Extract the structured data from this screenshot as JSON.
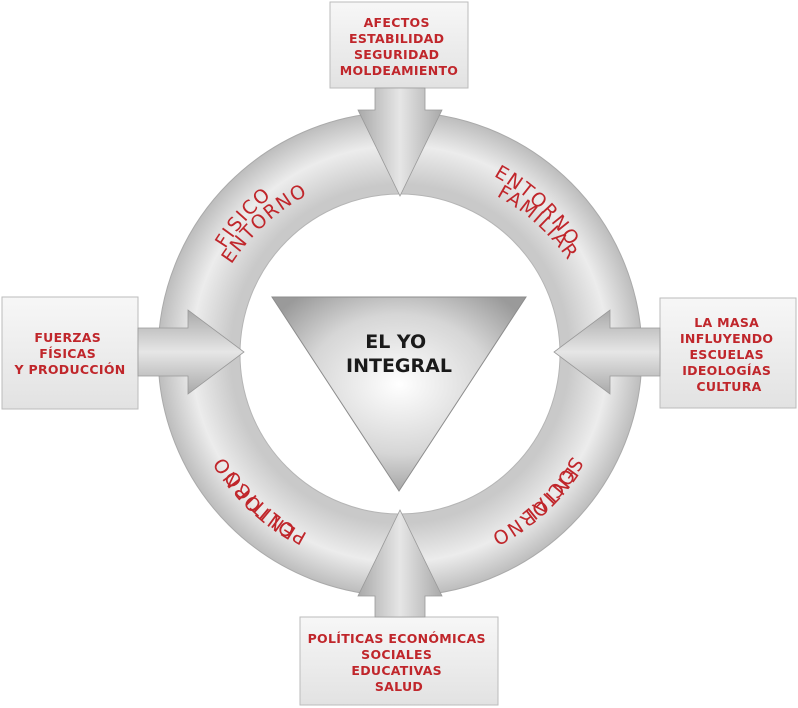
{
  "center": {
    "line1": "EL YO",
    "line2": "INTEGRAL"
  },
  "ring": {
    "familiar_1": "ENTORNO",
    "familiar_2": "FAMILIAR",
    "social_1": "ENTORNO",
    "social_2": "SOCIAL",
    "social_3": "ENTORNO",
    "politico_1": "POLITICO",
    "politico_2": "ENTORNO",
    "fisico_1": "FISICO"
  },
  "boxes": {
    "top": [
      "AFECTOS",
      "ESTABILIDAD",
      "SEGURIDAD",
      "MOLDEAMIENTO"
    ],
    "left": [
      "FUERZAS",
      "FÍSICAS",
      "Y PRODUCCIÓN"
    ],
    "right": [
      "LA MASA",
      "INFLUYENDO",
      "ESCUELAS",
      "IDEOLOGÍAS",
      "CULTURA"
    ],
    "bottom": [
      "POLÍTICAS ECONÓMICAS",
      "SOCIALES",
      "EDUCATIVAS",
      "SALUD"
    ]
  },
  "colors": {
    "text_accent": "#c0262b",
    "ring": "#dcdcdc",
    "box": "#ececec"
  }
}
